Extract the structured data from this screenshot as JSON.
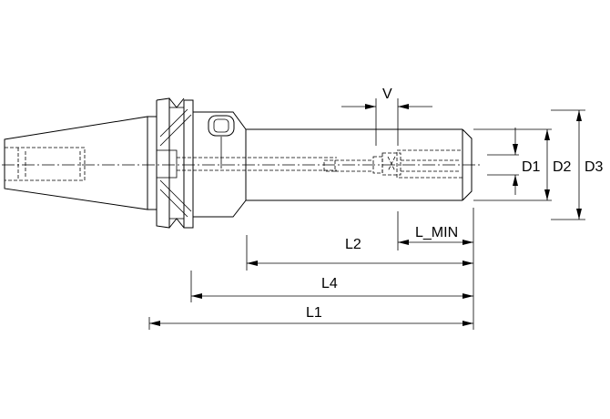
{
  "dimensions": {
    "v": "V",
    "d1": "D1",
    "d2": "D2",
    "d3": "D3",
    "l2": "L2",
    "l_min": "L_MIN",
    "l4": "L4",
    "l1": "L1"
  }
}
